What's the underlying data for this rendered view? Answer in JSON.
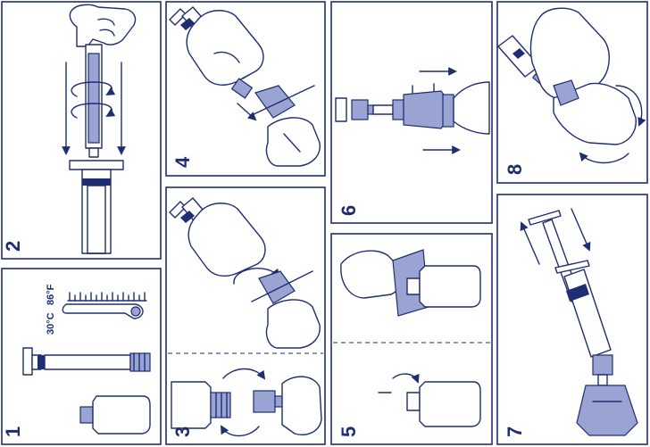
{
  "colors": {
    "line": "#1f2d73",
    "accent_light": "#9aa4d2",
    "background": "#ffffff"
  },
  "panels": [
    {
      "id": "p1",
      "step": "1",
      "temp_c": "30°C",
      "temp_f": "86°F",
      "icons": [
        "thermometer-icon",
        "syringe-icon",
        "bottle-icon"
      ]
    },
    {
      "id": "p2",
      "step": "2",
      "icons": [
        "hand-icon",
        "twist-arrow-icon",
        "down-arrow-icon",
        "syringe-icon"
      ]
    },
    {
      "id": "p3",
      "step": "3",
      "icons": [
        "hand-icon",
        "syringe-icon",
        "adapter-icon",
        "bottle-icon",
        "rotate-arrow-icon"
      ]
    },
    {
      "id": "p4",
      "step": "4",
      "icons": [
        "hand-icon",
        "syringe-icon",
        "adapter-icon",
        "down-arrow-icon"
      ]
    },
    {
      "id": "p5",
      "step": "5",
      "icons": [
        "hand-icon",
        "bottle-icon",
        "seal-strip-icon",
        "rotate-arrow-icon"
      ]
    },
    {
      "id": "p6",
      "step": "6",
      "icons": [
        "syringe-icon",
        "adapter-icon",
        "bottle-icon",
        "right-arrow-icon"
      ]
    },
    {
      "id": "p7",
      "step": "7",
      "icons": [
        "syringe-icon",
        "adapter-icon",
        "up-arrow-icon",
        "down-arrow-icon"
      ]
    },
    {
      "id": "p8",
      "step": "8",
      "icons": [
        "hand-icon",
        "syringe-icon",
        "bottle-icon",
        "rotate-arrow-icon"
      ]
    }
  ]
}
